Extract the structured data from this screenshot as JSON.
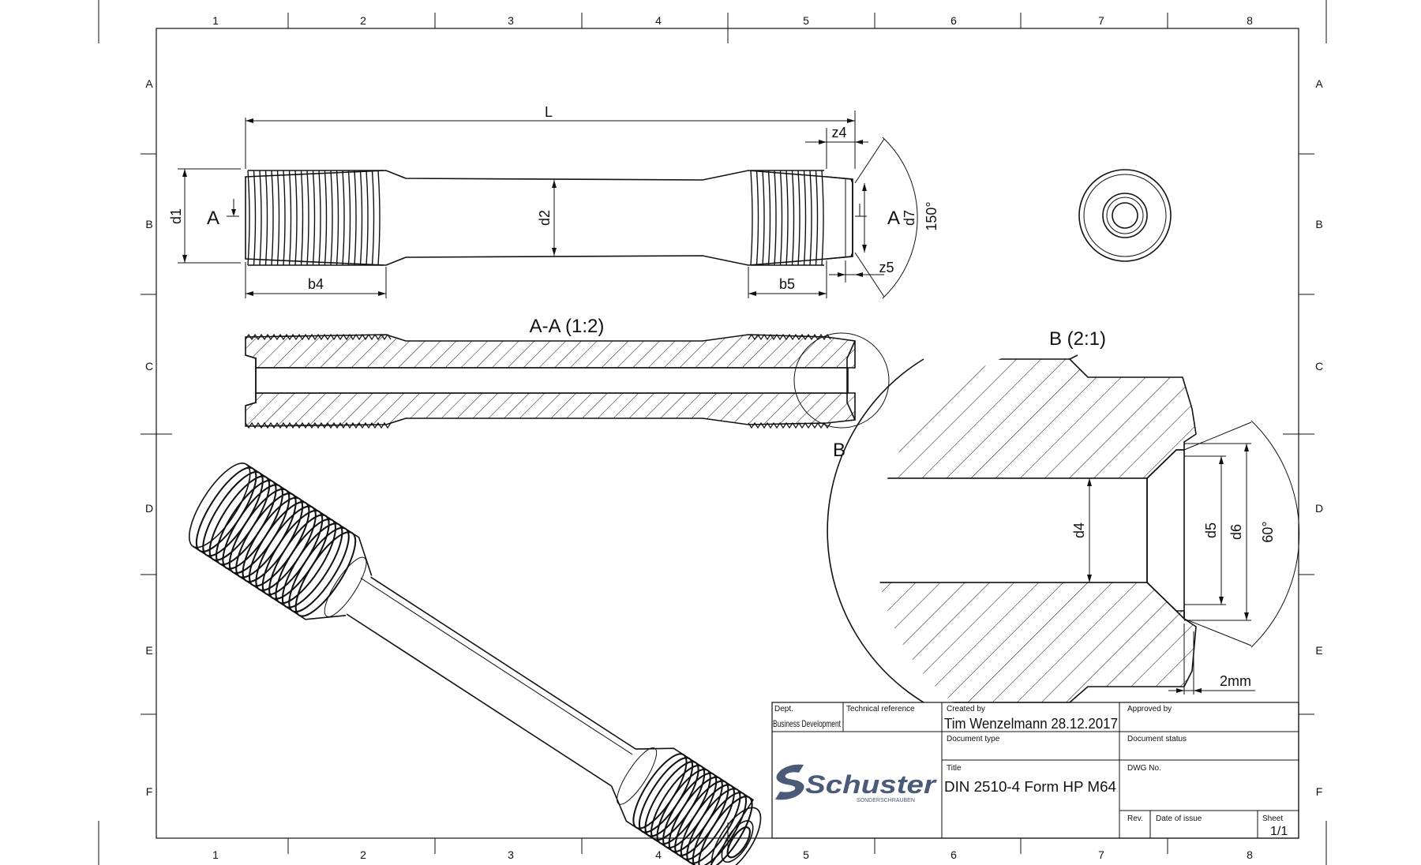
{
  "frame": {
    "columns": [
      "1",
      "2",
      "3",
      "4",
      "5",
      "6",
      "7",
      "8"
    ],
    "rows": [
      "A",
      "B",
      "C",
      "D",
      "E",
      "F"
    ]
  },
  "views": {
    "section_label": "A-A (1:2)",
    "detail_label": "B (2:1)",
    "cut_marker": "A",
    "detail_marker": "B"
  },
  "dimensions": {
    "L": "L",
    "z4": "z4",
    "z5": "z5",
    "d1": "d1",
    "d2": "d2",
    "d7": "d7",
    "b4": "b4",
    "b5": "b5",
    "angle_150": "150°",
    "d4": "d4",
    "d5": "d5",
    "d6": "d6",
    "angle_60": "60°",
    "width_2mm": "2mm"
  },
  "title_block": {
    "dept_label": "Dept.",
    "dept_value": "Business Development",
    "techref_label": "Technical reference",
    "created_label": "Created by",
    "created_value": "Tim Wenzelmann 28.12.2017",
    "approved_label": "Approved by",
    "doctype_label": "Document type",
    "docstatus_label": "Document status",
    "title_label": "Title",
    "title_value": "DIN 2510-4 Form HP  M64",
    "dwg_label": "DWG No.",
    "rev_label": "Rev.",
    "date_label": "Date of issue",
    "sheet_label": "Sheet",
    "sheet_value": "1/1",
    "logo_text": "Schuster",
    "logo_sub": "SONDERSCHRAUBEN",
    "logo_color": "#4a5a78"
  }
}
